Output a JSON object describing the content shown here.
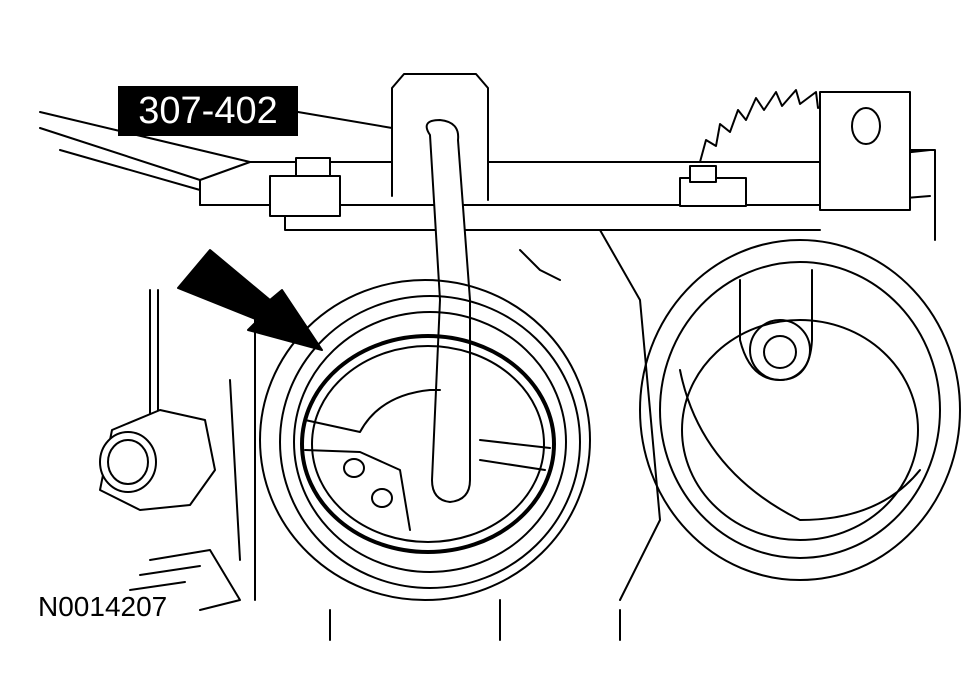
{
  "diagram": {
    "tool_callout": "307-402",
    "figure_id": "N0014207",
    "colors": {
      "line": "#000000",
      "background": "#ffffff",
      "label_fill": "#000000",
      "label_text": "#ffffff"
    },
    "icons": [
      "pointer-arrow"
    ]
  }
}
